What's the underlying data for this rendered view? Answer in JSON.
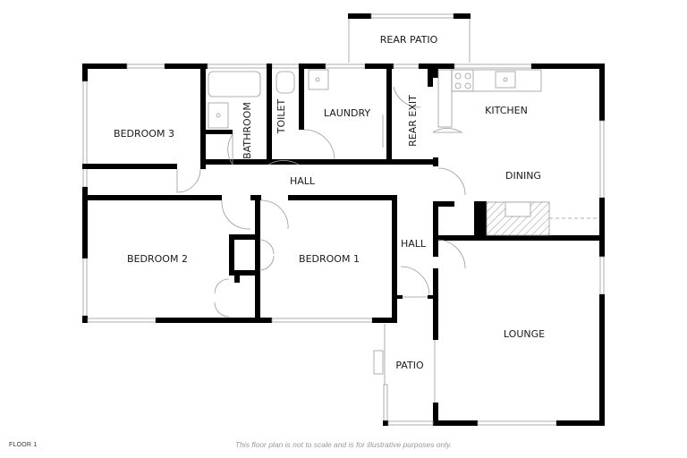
{
  "rooms": {
    "rear_patio": "REAR PATIO",
    "bedroom3": "BEDROOM 3",
    "bathroom": "BATHROOM",
    "toilet": "TOILET",
    "laundry": "LAUNDRY",
    "rear_exit": "REAR EXIT",
    "kitchen": "KITCHEN",
    "dining": "DINING",
    "hall_main": "HALL",
    "hall_side": "HALL",
    "bedroom2": "BEDROOM 2",
    "bedroom1": "BEDROOM 1",
    "lounge": "LOUNGE",
    "patio": "PATIO"
  },
  "footer": {
    "floor_label": "FLOOR 1",
    "disclaimer": "This floor plan is not to scale and is for illustrative purposes only."
  }
}
